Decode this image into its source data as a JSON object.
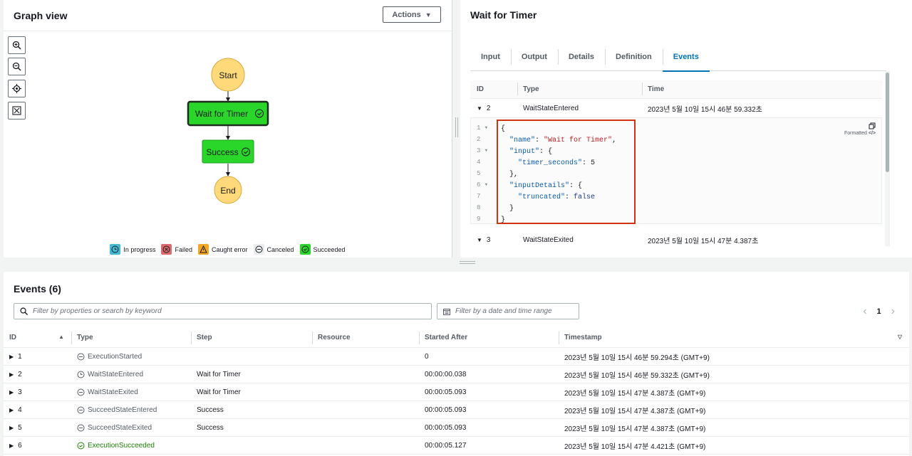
{
  "graph": {
    "title": "Graph view",
    "actions_label": "Actions",
    "nodes": {
      "start": "Start",
      "wait": "Wait for Timer",
      "success": "Success",
      "end": "End"
    },
    "legend": [
      "In progress",
      "Failed",
      "Caught error",
      "Canceled",
      "Succeeded"
    ],
    "colors": {
      "start_end": "#ffd97a",
      "active": "#2bd62b",
      "active_border": "#1d2d1d"
    }
  },
  "detail": {
    "title": "Wait for Timer",
    "tabs": [
      "Input",
      "Output",
      "Details",
      "Definition",
      "Events"
    ],
    "active_tab": "Events",
    "table_headers": {
      "id": "ID",
      "type": "Type",
      "time": "Time"
    },
    "rows": [
      {
        "id": "2",
        "type": "WaitStateEntered",
        "time": "2023년 5월 10일 15시 46분 59.332초"
      },
      {
        "id": "3",
        "type": "WaitStateExited",
        "time": "2023년 5월 10일 15시 47분 4.387초"
      }
    ],
    "formatted_label": "Formatted",
    "code_line_numbers": [
      "1 ▾",
      "2",
      "3 ▾",
      "4",
      "5",
      "6 ▾",
      "7",
      "8",
      "9"
    ]
  },
  "events": {
    "title": "Events (6)",
    "search_placeholder": "Filter by properties or search by keyword",
    "date_placeholder": "Filter by a date and time range",
    "page": "1",
    "headers": {
      "id": "ID",
      "type": "Type",
      "step": "Step",
      "resource": "Resource",
      "started_after": "Started After",
      "timestamp": "Timestamp"
    },
    "rows": [
      {
        "id": "1",
        "type": "ExecutionStarted",
        "step": "",
        "resource": "",
        "started_after": "0",
        "timestamp": "2023년 5월 10일 15시 46분 59.294초 (GMT+9)",
        "icon": "minus-circle-icon"
      },
      {
        "id": "2",
        "type": "WaitStateEntered",
        "step": "Wait for Timer",
        "resource": "",
        "started_after": "00:00:00.038",
        "timestamp": "2023년 5월 10일 15시 46분 59.332초 (GMT+9)",
        "icon": "clock-icon"
      },
      {
        "id": "3",
        "type": "WaitStateExited",
        "step": "Wait for Timer",
        "resource": "",
        "started_after": "00:00:05.093",
        "timestamp": "2023년 5월 10일 15시 47분 4.387초 (GMT+9)",
        "icon": "minus-circle-icon"
      },
      {
        "id": "4",
        "type": "SucceedStateEntered",
        "step": "Success",
        "resource": "",
        "started_after": "00:00:05.093",
        "timestamp": "2023년 5월 10일 15시 47분 4.387초 (GMT+9)",
        "icon": "minus-circle-icon"
      },
      {
        "id": "5",
        "type": "SucceedStateExited",
        "step": "Success",
        "resource": "",
        "started_after": "00:00:05.093",
        "timestamp": "2023년 5월 10일 15시 47분 4.387초 (GMT+9)",
        "icon": "minus-circle-icon"
      },
      {
        "id": "6",
        "type": "ExecutionSucceeded",
        "step": "",
        "resource": "",
        "started_after": "00:00:05.127",
        "timestamp": "2023년 5월 10일 15시 47분 4.421초 (GMT+9)",
        "icon": "check-circle-icon"
      }
    ]
  }
}
